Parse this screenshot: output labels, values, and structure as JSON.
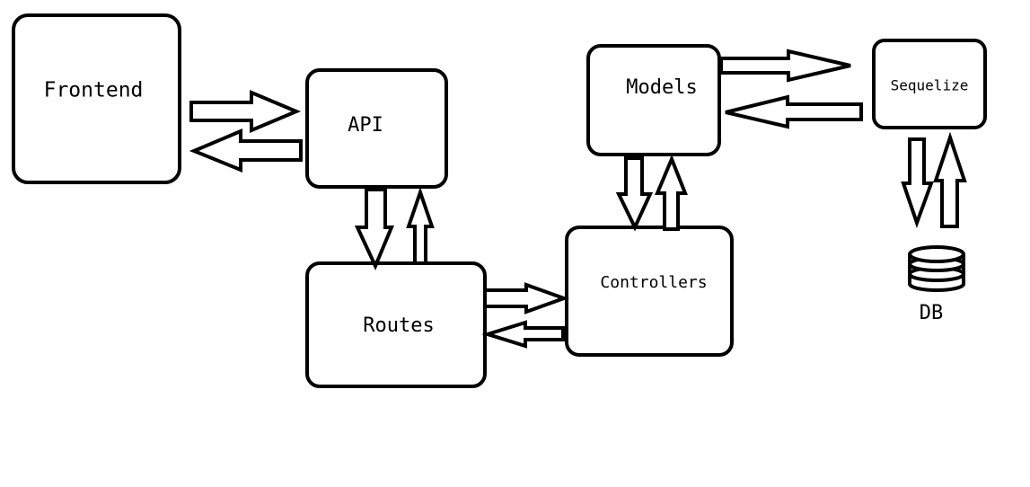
{
  "nodes": {
    "frontend": {
      "label": "Frontend"
    },
    "api": {
      "label": "API"
    },
    "routes": {
      "label": "Routes"
    },
    "controllers": {
      "label": "Controllers"
    },
    "models": {
      "label": "Models"
    },
    "sequelize": {
      "label": "Sequelize"
    },
    "db": {
      "label": "DB",
      "icon": "database-icon"
    }
  },
  "edges": [
    {
      "from": "Frontend",
      "to": "API"
    },
    {
      "from": "API",
      "to": "Frontend"
    },
    {
      "from": "API",
      "to": "Routes"
    },
    {
      "from": "Routes",
      "to": "API"
    },
    {
      "from": "Routes",
      "to": "Controllers"
    },
    {
      "from": "Controllers",
      "to": "Routes"
    },
    {
      "from": "Models",
      "to": "Controllers"
    },
    {
      "from": "Controllers",
      "to": "Models"
    },
    {
      "from": "Models",
      "to": "Sequelize"
    },
    {
      "from": "Sequelize",
      "to": "Models"
    },
    {
      "from": "Sequelize",
      "to": "DB"
    },
    {
      "from": "DB",
      "to": "Sequelize"
    }
  ],
  "colors": {
    "stroke": "#000000",
    "fill": "#ffffff"
  }
}
